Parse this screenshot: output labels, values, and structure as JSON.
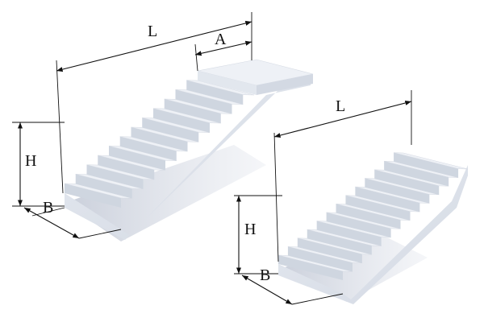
{
  "diagram": {
    "left_stair": {
      "label_L": "L",
      "label_A": "A",
      "label_H": "H",
      "label_B": "B",
      "steps": 12,
      "has_landing": true
    },
    "right_stair": {
      "label_L": "L",
      "label_H": "H",
      "label_B": "B",
      "steps": 13,
      "has_landing": false
    },
    "colors": {
      "concrete_top": "#eef1f6",
      "concrete_front": "#cfd6e0",
      "concrete_side": "#dfe4ec",
      "shadow": "#c9cfdb",
      "dimension": "#111111"
    }
  }
}
